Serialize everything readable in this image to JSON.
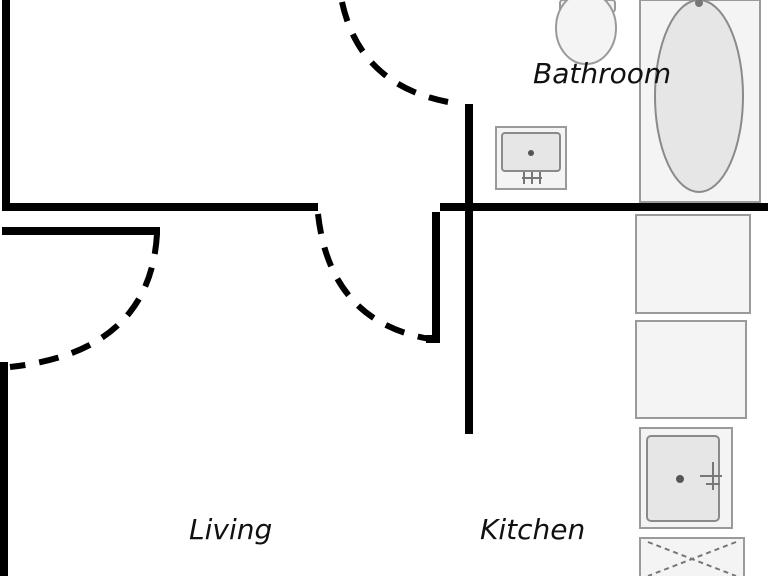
{
  "rooms": {
    "bathroom": "Bathroom",
    "living": "Living",
    "kitchen": "Kitchen"
  },
  "colors": {
    "wall": "#000000",
    "fixture_fill": "#e6e6e6",
    "fixture_stroke": "#8a8a8a"
  }
}
